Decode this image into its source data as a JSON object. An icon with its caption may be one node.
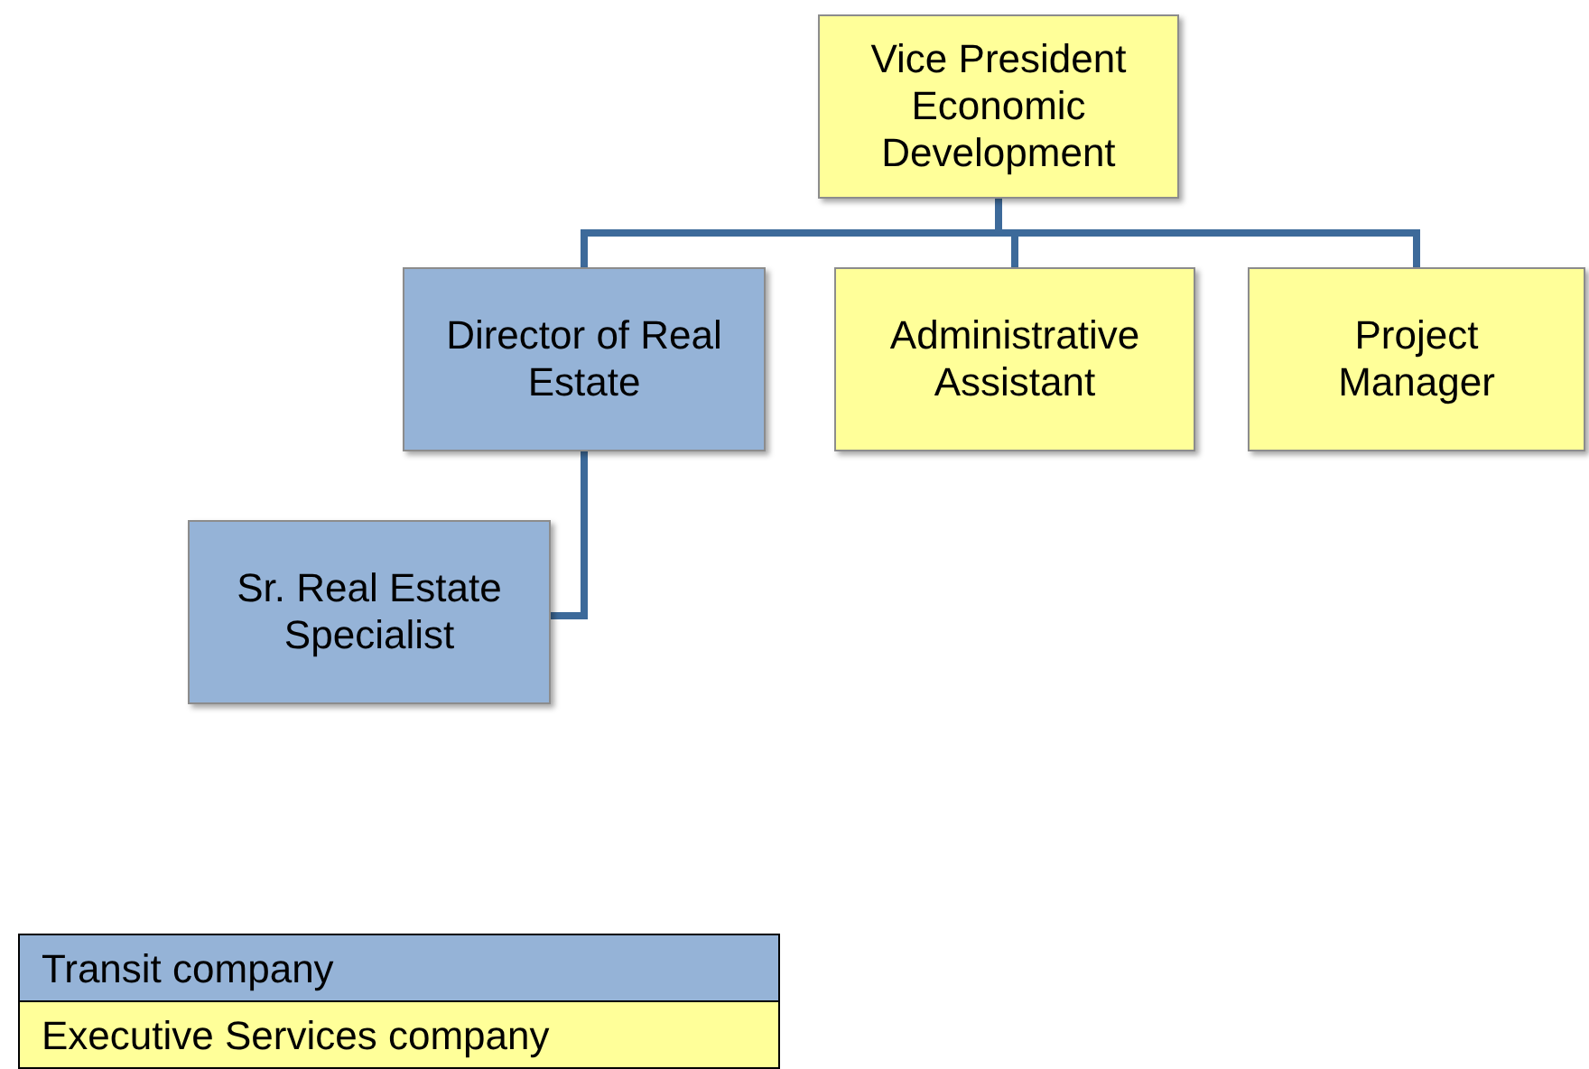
{
  "diagram": {
    "nodes": [
      {
        "text": [
          "Vice President Economic Development"
        ]
      },
      {
        "text": [
          "Director of Real Estate"
        ]
      },
      {
        "text": [
          "Administrative Assistant"
        ]
      },
      {
        "text": [
          "Project Manager"
        ]
      },
      {
        "text": [
          "Sr. Real Estate Specialist"
        ]
      }
    ],
    "edges": [
      {
        "from": 0,
        "to": 1,
        "arrow": "none"
      },
      {
        "from": 0,
        "to": 2,
        "arrow": "none"
      },
      {
        "from": 0,
        "to": 3,
        "arrow": "none"
      },
      {
        "from": 1,
        "to": 4,
        "arrow": "none"
      }
    ],
    "legend": [
      {
        "text": "Transit company",
        "color": "#95b3d7"
      },
      {
        "text": "Executive Services company",
        "color": "#ffff99"
      }
    ]
  }
}
